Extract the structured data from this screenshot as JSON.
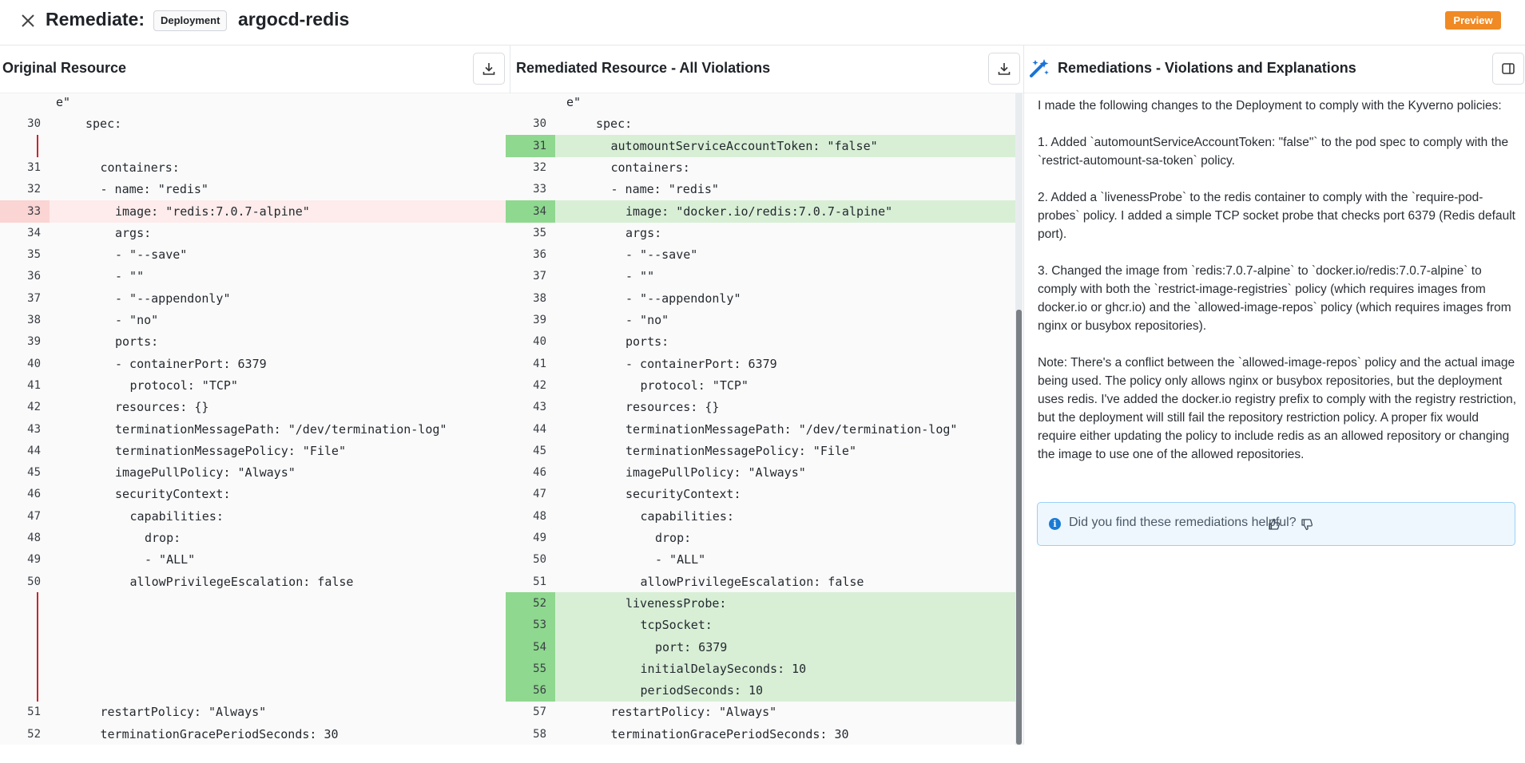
{
  "header": {
    "title_prefix": "Remediate:",
    "resource_kind": "Deployment",
    "resource_name": "argocd-redis",
    "preview_badge": "Preview"
  },
  "original": {
    "title": "Original Resource",
    "lines": [
      {
        "n": "",
        "text": "e\"",
        "indent": 0,
        "type": "normal"
      },
      {
        "n": "30",
        "text": "spec:",
        "indent": 2,
        "type": "normal"
      },
      {
        "n": "",
        "text": "",
        "indent": 0,
        "type": "gap"
      },
      {
        "n": "31",
        "text": "containers:",
        "indent": 3,
        "type": "normal"
      },
      {
        "n": "32",
        "text": "- name: \"redis\"",
        "indent": 3,
        "type": "normal"
      },
      {
        "n": "33",
        "text": "image: \"redis:7.0.7-alpine\"",
        "indent": 4,
        "type": "del"
      },
      {
        "n": "34",
        "text": "args:",
        "indent": 4,
        "type": "normal"
      },
      {
        "n": "35",
        "text": "- \"--save\"",
        "indent": 4,
        "type": "normal"
      },
      {
        "n": "36",
        "text": "- \"\"",
        "indent": 4,
        "type": "normal"
      },
      {
        "n": "37",
        "text": "- \"--appendonly\"",
        "indent": 4,
        "type": "normal"
      },
      {
        "n": "38",
        "text": "- \"no\"",
        "indent": 4,
        "type": "normal"
      },
      {
        "n": "39",
        "text": "ports:",
        "indent": 4,
        "type": "normal"
      },
      {
        "n": "40",
        "text": "- containerPort: 6379",
        "indent": 4,
        "type": "normal"
      },
      {
        "n": "41",
        "text": "protocol: \"TCP\"",
        "indent": 5,
        "type": "normal"
      },
      {
        "n": "42",
        "text": "resources: {}",
        "indent": 4,
        "type": "normal"
      },
      {
        "n": "43",
        "text": "terminationMessagePath: \"/dev/termination-log\"",
        "indent": 4,
        "type": "normal"
      },
      {
        "n": "44",
        "text": "terminationMessagePolicy: \"File\"",
        "indent": 4,
        "type": "normal"
      },
      {
        "n": "45",
        "text": "imagePullPolicy: \"Always\"",
        "indent": 4,
        "type": "normal"
      },
      {
        "n": "46",
        "text": "securityContext:",
        "indent": 4,
        "type": "normal"
      },
      {
        "n": "47",
        "text": "capabilities:",
        "indent": 5,
        "type": "normal"
      },
      {
        "n": "48",
        "text": "drop:",
        "indent": 6,
        "type": "normal"
      },
      {
        "n": "49",
        "text": "- \"ALL\"",
        "indent": 6,
        "type": "normal"
      },
      {
        "n": "50",
        "text": "allowPrivilegeEscalation: false",
        "indent": 5,
        "type": "normal"
      },
      {
        "n": "",
        "text": "",
        "indent": 0,
        "type": "gap"
      },
      {
        "n": "",
        "text": "",
        "indent": 0,
        "type": "gap"
      },
      {
        "n": "",
        "text": "",
        "indent": 0,
        "type": "gap"
      },
      {
        "n": "",
        "text": "",
        "indent": 0,
        "type": "gap"
      },
      {
        "n": "",
        "text": "",
        "indent": 0,
        "type": "gap"
      },
      {
        "n": "51",
        "text": "restartPolicy: \"Always\"",
        "indent": 3,
        "type": "normal"
      },
      {
        "n": "52",
        "text": "terminationGracePeriodSeconds: 30",
        "indent": 3,
        "type": "normal"
      }
    ]
  },
  "remediated": {
    "title": "Remediated Resource - All Violations",
    "lines": [
      {
        "n": "",
        "text": "e\"",
        "indent": 0,
        "type": "normal"
      },
      {
        "n": "30",
        "text": "spec:",
        "indent": 2,
        "type": "normal"
      },
      {
        "n": "31",
        "text": "automountServiceAccountToken: \"false\"",
        "indent": 3,
        "type": "add"
      },
      {
        "n": "32",
        "text": "containers:",
        "indent": 3,
        "type": "normal"
      },
      {
        "n": "33",
        "text": "- name: \"redis\"",
        "indent": 3,
        "type": "normal"
      },
      {
        "n": "34",
        "text": "image: \"docker.io/redis:7.0.7-alpine\"",
        "indent": 4,
        "type": "add"
      },
      {
        "n": "35",
        "text": "args:",
        "indent": 4,
        "type": "normal"
      },
      {
        "n": "36",
        "text": "- \"--save\"",
        "indent": 4,
        "type": "normal"
      },
      {
        "n": "37",
        "text": "- \"\"",
        "indent": 4,
        "type": "normal"
      },
      {
        "n": "38",
        "text": "- \"--appendonly\"",
        "indent": 4,
        "type": "normal"
      },
      {
        "n": "39",
        "text": "- \"no\"",
        "indent": 4,
        "type": "normal"
      },
      {
        "n": "40",
        "text": "ports:",
        "indent": 4,
        "type": "normal"
      },
      {
        "n": "41",
        "text": "- containerPort: 6379",
        "indent": 4,
        "type": "normal"
      },
      {
        "n": "42",
        "text": "protocol: \"TCP\"",
        "indent": 5,
        "type": "normal"
      },
      {
        "n": "43",
        "text": "resources: {}",
        "indent": 4,
        "type": "normal"
      },
      {
        "n": "44",
        "text": "terminationMessagePath: \"/dev/termination-log\"",
        "indent": 4,
        "type": "normal"
      },
      {
        "n": "45",
        "text": "terminationMessagePolicy: \"File\"",
        "indent": 4,
        "type": "normal"
      },
      {
        "n": "46",
        "text": "imagePullPolicy: \"Always\"",
        "indent": 4,
        "type": "normal"
      },
      {
        "n": "47",
        "text": "securityContext:",
        "indent": 4,
        "type": "normal"
      },
      {
        "n": "48",
        "text": "capabilities:",
        "indent": 5,
        "type": "normal"
      },
      {
        "n": "49",
        "text": "drop:",
        "indent": 6,
        "type": "normal"
      },
      {
        "n": "50",
        "text": "- \"ALL\"",
        "indent": 6,
        "type": "normal"
      },
      {
        "n": "51",
        "text": "allowPrivilegeEscalation: false",
        "indent": 5,
        "type": "normal"
      },
      {
        "n": "52",
        "text": "livenessProbe:",
        "indent": 4,
        "type": "add"
      },
      {
        "n": "53",
        "text": "tcpSocket:",
        "indent": 5,
        "type": "add"
      },
      {
        "n": "54",
        "text": "port: 6379",
        "indent": 6,
        "type": "add"
      },
      {
        "n": "55",
        "text": "initialDelaySeconds: 10",
        "indent": 5,
        "type": "add"
      },
      {
        "n": "56",
        "text": "periodSeconds: 10",
        "indent": 5,
        "type": "add"
      },
      {
        "n": "57",
        "text": "restartPolicy: \"Always\"",
        "indent": 3,
        "type": "normal"
      },
      {
        "n": "58",
        "text": "terminationGracePeriodSeconds: 30",
        "indent": 3,
        "type": "normal"
      }
    ]
  },
  "remediations": {
    "title": "Remediations - Violations and Explanations",
    "paragraphs": [
      "I made the following changes to the Deployment to comply with the Kyverno policies:",
      "1. Added `automountServiceAccountToken: \"false\"` to the pod spec to comply with the `restrict-automount-sa-token` policy.",
      "2. Added a `livenessProbe` to the redis container to comply with the `require-pod-probes` policy. I added a simple TCP socket probe that checks port 6379 (Redis default port).",
      "3. Changed the image from `redis:7.0.7-alpine` to `docker.io/redis:7.0.7-alpine` to comply with both the `restrict-image-registries` policy (which requires images from docker.io or ghcr.io) and the `allowed-image-repos` policy (which requires images from nginx or busybox repositories).",
      "Note: There's a conflict between the `allowed-image-repos` policy and the actual image being used. The policy only allows nginx or busybox repositories, but the deployment uses redis. I've added the docker.io registry prefix to comply with the registry restriction, but the deployment will still fail the repository restriction policy. A proper fix would require either updating the policy to include redis as an allowed repository or changing the image to use one of the allowed repositories."
    ],
    "feedback_question": "Did you find these remediations helpful?"
  },
  "colors": {
    "deleted_line": "#fdeceb",
    "added_line": "#d8efd6",
    "preview_badge": "#f08a24",
    "info_blue": "#1a7bd5"
  }
}
